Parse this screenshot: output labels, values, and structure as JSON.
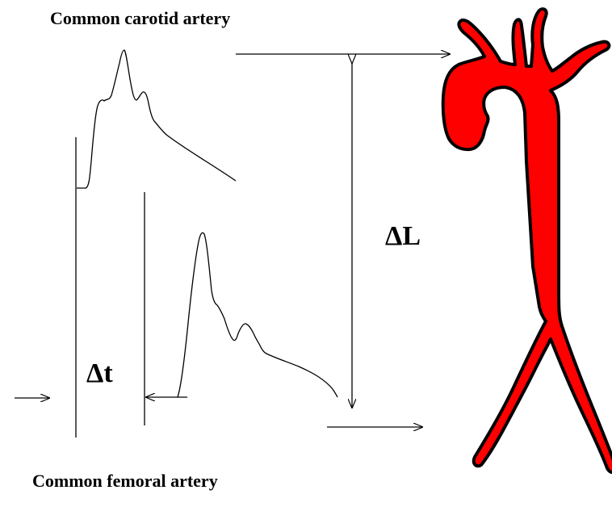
{
  "labels": {
    "carotid": "Common carotid artery",
    "femoral": "Common femoral artery",
    "delta_l": "ΔL",
    "delta_t": "Δt"
  },
  "colors": {
    "artery_fill": "#ff0000",
    "outline": "#000000"
  }
}
